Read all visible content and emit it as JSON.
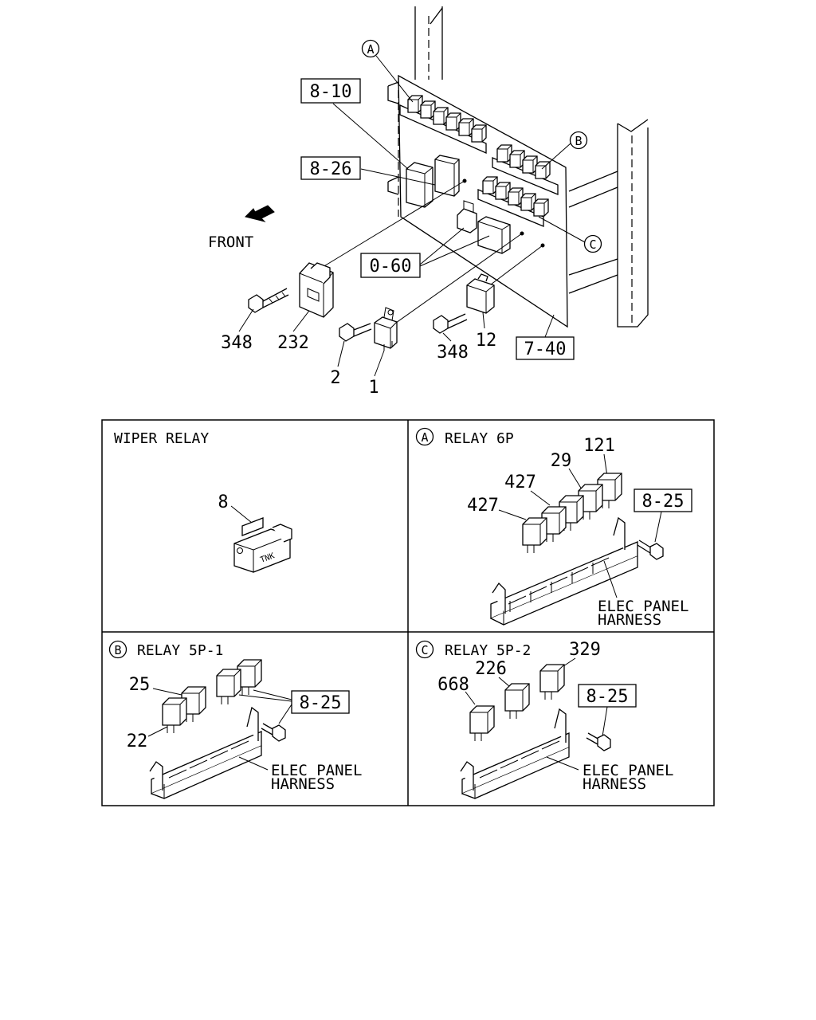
{
  "main": {
    "ref_boxes": [
      "8-10",
      "8-26",
      "0-60",
      "7-40"
    ],
    "front_label": "FRONT",
    "callouts": [
      "A",
      "B",
      "C"
    ],
    "part_numbers": [
      "348",
      "232",
      "2",
      "1",
      "348",
      "12"
    ]
  },
  "panels": {
    "wiper": {
      "title": "WIPER RELAY",
      "part": "8",
      "tag": "TNK"
    },
    "a": {
      "marker": "A",
      "title": "RELAY 6P",
      "parts": [
        "121",
        "29",
        "427",
        "427"
      ],
      "ref": "8-25",
      "harness1": "ELEC PANEL",
      "harness2": "HARNESS"
    },
    "b": {
      "marker": "B",
      "title": "RELAY 5P-1",
      "parts": [
        "25",
        "22"
      ],
      "ref": "8-25",
      "harness1": "ELEC PANEL",
      "harness2": "HARNESS"
    },
    "c": {
      "marker": "C",
      "title": "RELAY 5P-2",
      "parts": [
        "329",
        "226",
        "668"
      ],
      "ref": "8-25",
      "harness1": "ELEC PANEL",
      "harness2": "HARNESS"
    }
  }
}
